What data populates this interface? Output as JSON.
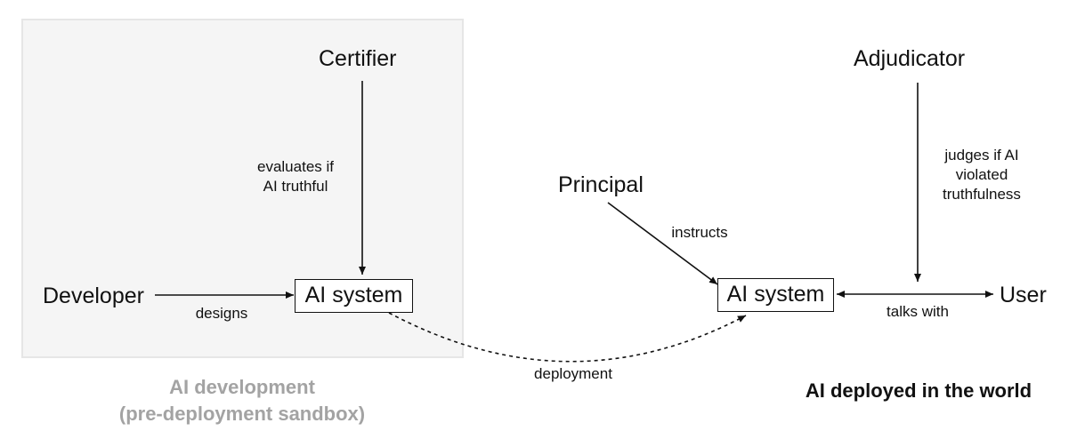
{
  "nodes": {
    "certifier": "Certifier",
    "developer": "Developer",
    "ai_system_dev": "AI system",
    "principal": "Principal",
    "ai_system_deployed": "AI system",
    "adjudicator": "Adjudicator",
    "user": "User"
  },
  "edges": {
    "designs": "designs",
    "evaluates_line1": "evaluates if",
    "evaluates_line2": "AI truthful",
    "instructs": "instructs",
    "judges_line1": "judges if AI",
    "judges_line2": "violated",
    "judges_line3": "truthfulness",
    "talks_with": "talks with",
    "deployment": "deployment"
  },
  "captions": {
    "development_line1": "AI development",
    "development_line2": "(pre-deployment sandbox)",
    "deployed": "AI deployed in the world"
  },
  "colors": {
    "sandbox_fill": "#f5f5f5",
    "sandbox_border": "#e6e6e6",
    "muted_caption": "#a3a3a3",
    "ink": "#111111"
  }
}
